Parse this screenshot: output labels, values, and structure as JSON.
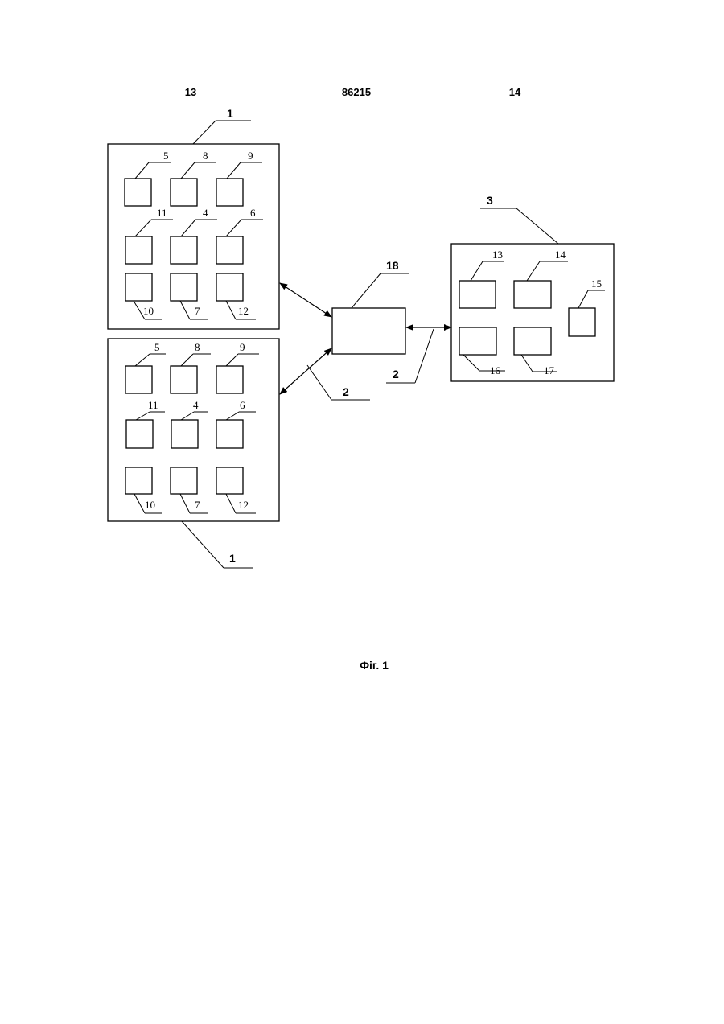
{
  "header": {
    "left_page": "13",
    "patent_number": "86215",
    "right_page": "14"
  },
  "figure": {
    "caption": "Фіг. 1",
    "labels": {
      "module_top": "1",
      "module_bottom": "1",
      "link_left": "2",
      "link_right": "2",
      "station": "3",
      "hub": "18"
    },
    "module_items": [
      "5",
      "8",
      "9",
      "11",
      "4",
      "6",
      "10",
      "7",
      "12"
    ],
    "station_items": [
      "13",
      "14",
      "15",
      "16",
      "17"
    ]
  }
}
